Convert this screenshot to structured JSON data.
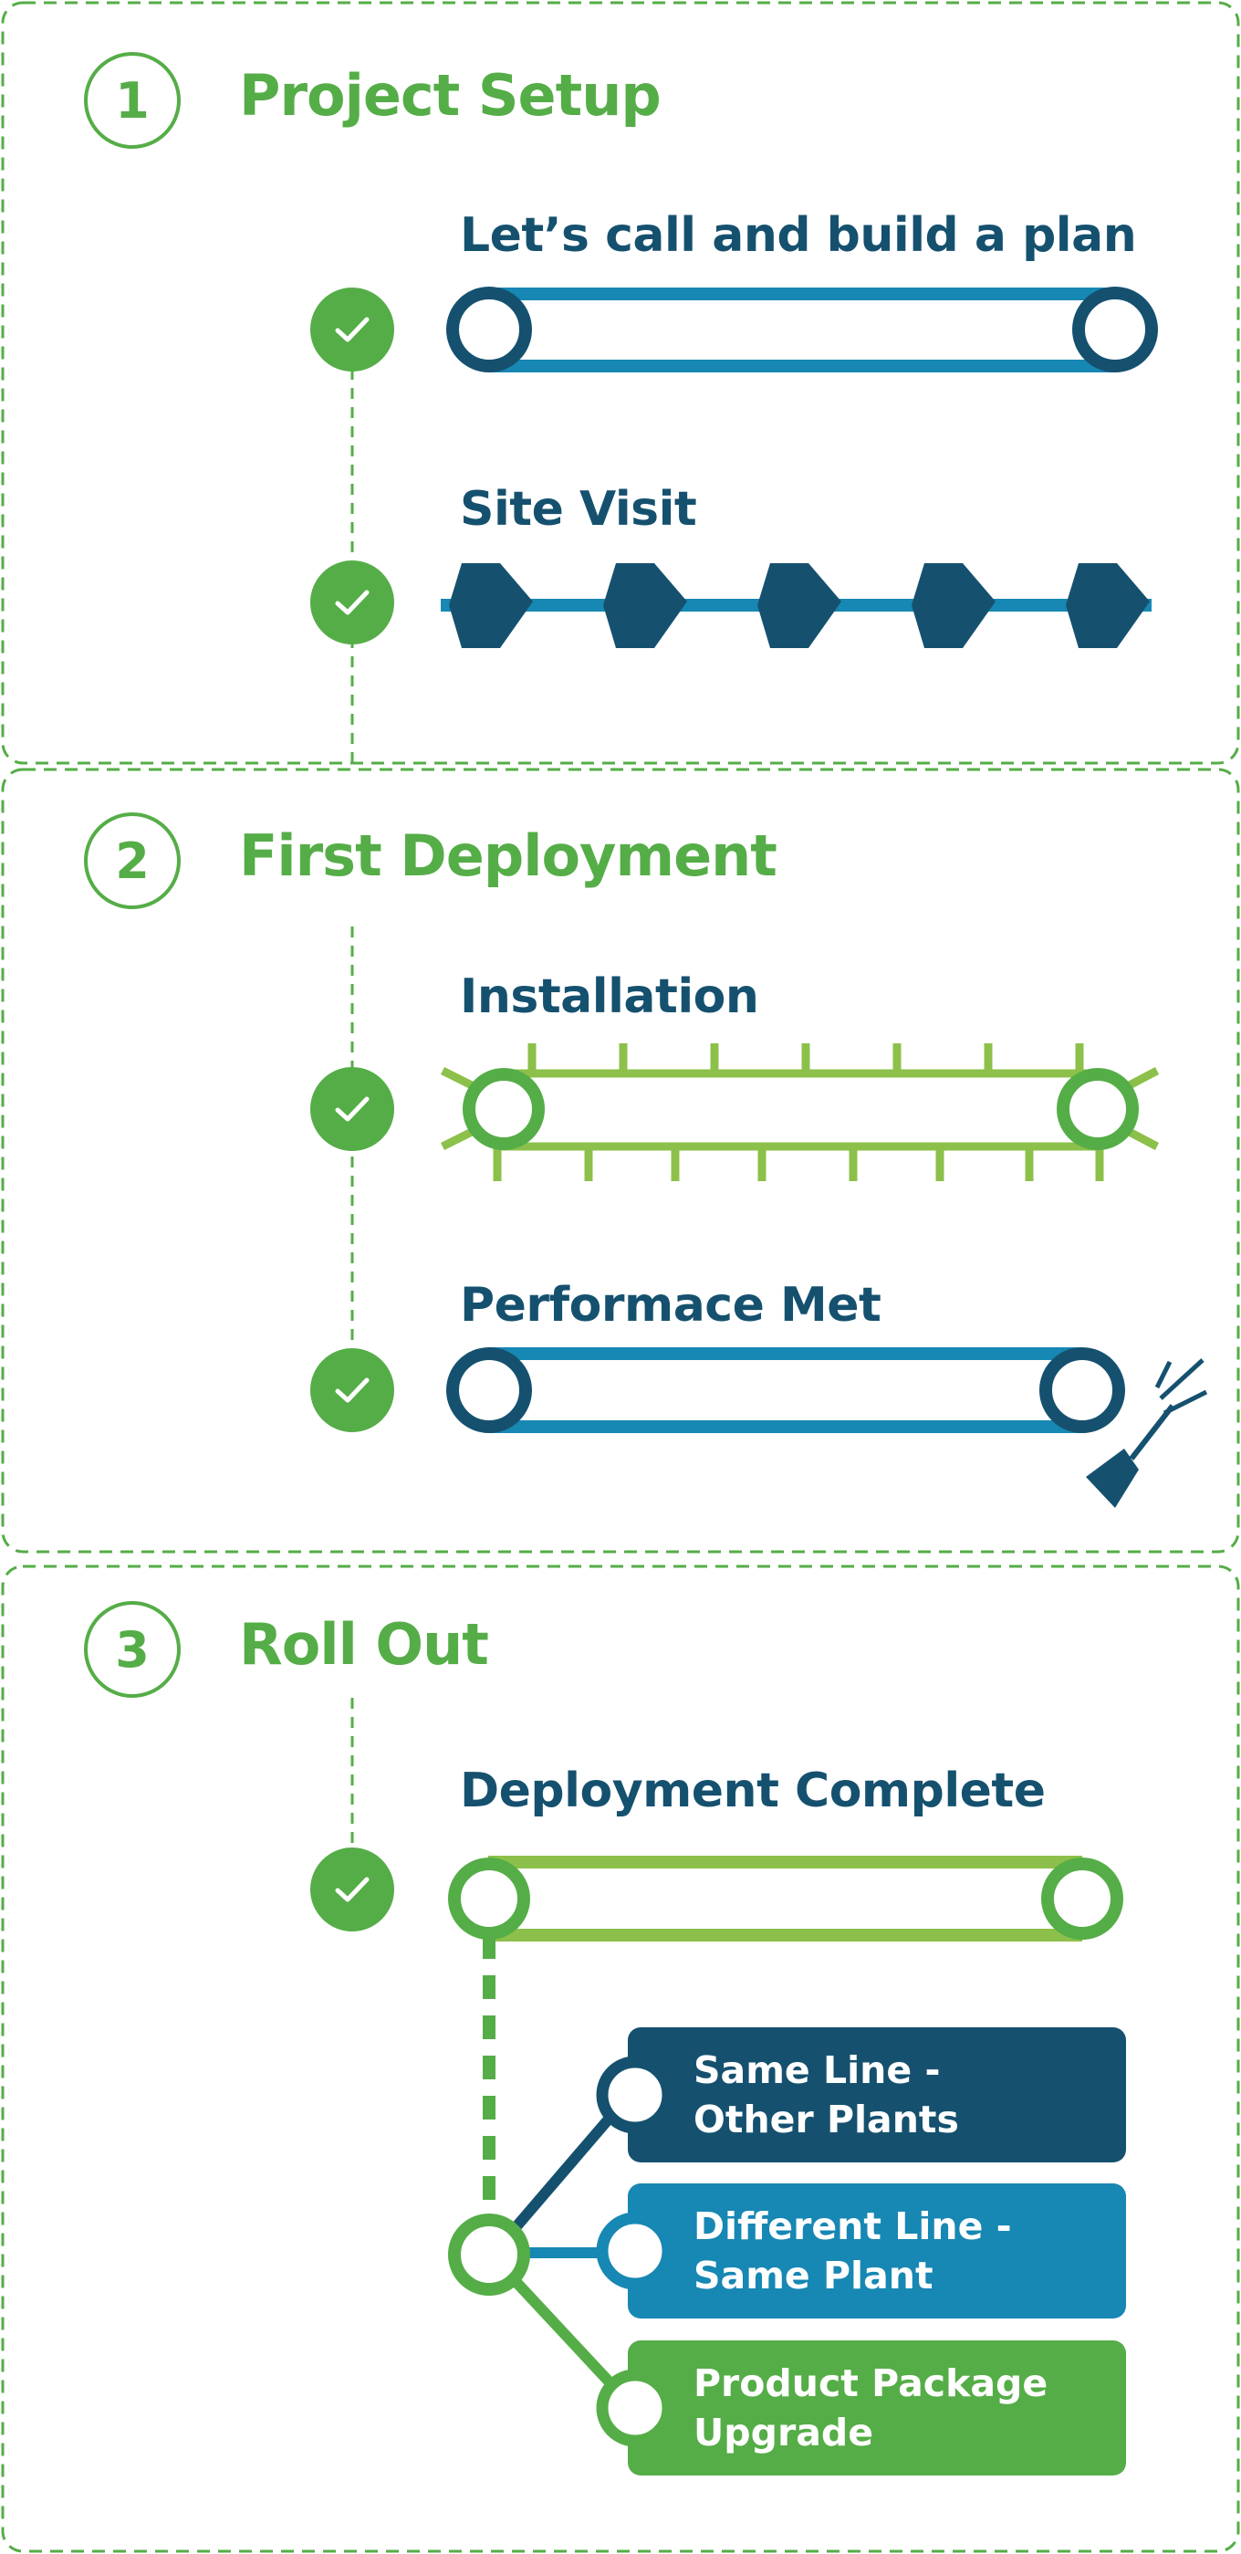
{
  "stages": [
    {
      "number": "1",
      "title": "Project Setup"
    },
    {
      "number": "2",
      "title": "First Deployment"
    },
    {
      "number": "3",
      "title": "Roll Out"
    }
  ],
  "steps": [
    {
      "label": "Let’s call and build a plan",
      "status_icon": "check-icon",
      "graphic": "conveyor-belt"
    },
    {
      "label": "Site Visit",
      "status_icon": "check-icon",
      "graphic": "pentagon-chain"
    },
    {
      "label": "Installation",
      "status_icon": "check-icon",
      "graphic": "spiked-belt"
    },
    {
      "label": "Performace Met",
      "status_icon": "check-icon",
      "graphic": "belt-with-spray-nozzle"
    },
    {
      "label": "Deployment Complete",
      "status_icon": "check-icon",
      "graphic": "conveyor-belt"
    }
  ],
  "options": [
    {
      "line1": "Same Line -",
      "line2": "Other Plants",
      "color": "#15516f"
    },
    {
      "line1": "Different Line -",
      "line2": "Same Plant",
      "color": "#1787b3"
    },
    {
      "line1": "Product Package",
      "line2": "Upgrade",
      "color": "#55ad47"
    }
  ],
  "colors": {
    "green": "#55ad47",
    "light_green": "#8cc04a",
    "navy": "#15516f",
    "blue": "#1787b3",
    "text_navy": "#15516f"
  }
}
